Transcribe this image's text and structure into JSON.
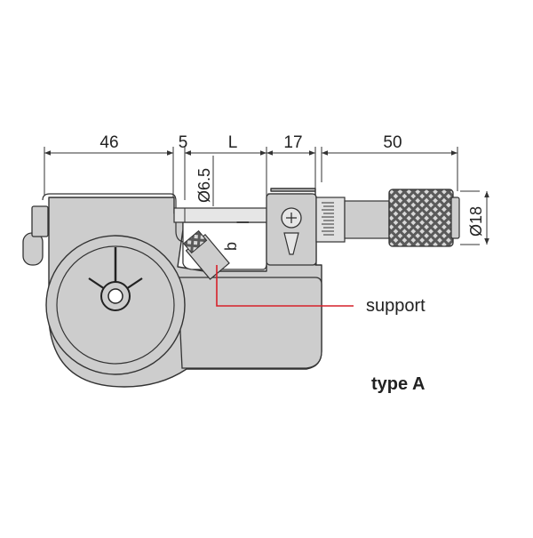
{
  "dimensions": {
    "d1": "46",
    "d2": "5",
    "d3": "L",
    "d4": "17",
    "d5": "50",
    "spindle_dia": "Ø6.5",
    "thimble_dia": "Ø18",
    "gap_b": "b",
    "gap_l": "l"
  },
  "labels": {
    "support": "support",
    "type": "type A"
  },
  "colors": {
    "body": "#cdcdcd",
    "outline": "#333333",
    "leader": "#d6202a",
    "dimension": "#333333"
  }
}
